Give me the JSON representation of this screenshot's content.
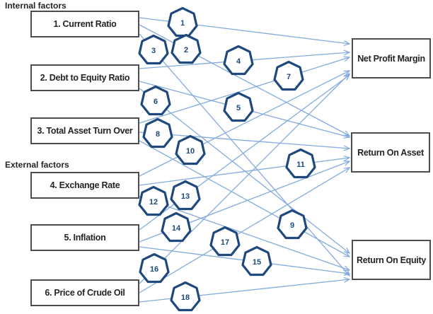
{
  "groups": {
    "internal": "Internal factors",
    "external": "External factors"
  },
  "factors": [
    {
      "label": "1. Current Ratio"
    },
    {
      "label": "2. Debt to Equity Ratio"
    },
    {
      "label": "3. Total Asset Turn Over"
    },
    {
      "label": "4. Exchange Rate"
    },
    {
      "label": "5. Inflation"
    },
    {
      "label": "6. Price of Crude Oil"
    }
  ],
  "outcomes": [
    {
      "label": "Net Profit Margin"
    },
    {
      "label": "Return On Asset"
    },
    {
      "label": "Return On Equity"
    }
  ],
  "nodes": [
    {
      "label": "1",
      "from": "1. Current Ratio",
      "to": "Net Profit Margin"
    },
    {
      "label": "2",
      "from": "1. Current Ratio",
      "to": "Return On Asset"
    },
    {
      "label": "3",
      "from": "1. Current Ratio",
      "to": "Return On Equity"
    },
    {
      "label": "4",
      "from": "2. Debt to Equity Ratio",
      "to": "Net Profit Margin"
    },
    {
      "label": "5",
      "from": "2. Debt to Equity Ratio",
      "to": "Return On Asset"
    },
    {
      "label": "6",
      "from": "2. Debt to Equity Ratio",
      "to": "Return On Equity"
    },
    {
      "label": "7",
      "from": "3. Total Asset Turn Over",
      "to": "Net Profit Margin"
    },
    {
      "label": "8",
      "from": "3. Total Asset Turn Over",
      "to": "Return On Asset"
    },
    {
      "label": "9",
      "from": "3. Total Asset Turn Over",
      "to": "Return On Equity"
    },
    {
      "label": "10",
      "from": "4. Exchange Rate",
      "to": "Net Profit Margin"
    },
    {
      "label": "11",
      "from": "4. Exchange Rate",
      "to": "Return On Asset"
    },
    {
      "label": "12",
      "from": "4. Exchange Rate",
      "to": "Return On Equity"
    },
    {
      "label": "13",
      "from": "5. Inflation",
      "to": "Net Profit Margin"
    },
    {
      "label": "14",
      "from": "5. Inflation",
      "to": "Return On Asset"
    },
    {
      "label": "15",
      "from": "5. Inflation",
      "to": "Return On Equity"
    },
    {
      "label": "16",
      "from": "6. Price of Crude Oil",
      "to": "Net Profit Margin"
    },
    {
      "label": "17",
      "from": "6. Price of Crude Oil",
      "to": "Return On Asset"
    },
    {
      "label": "18",
      "from": "6. Price of Crude Oil",
      "to": "Return On Equity"
    }
  ],
  "colors": {
    "line": "#84ABDE",
    "node_border": "#1F497D",
    "node_number": "#1F497D",
    "box_border": "#4D4D4D",
    "text": "#242424"
  }
}
